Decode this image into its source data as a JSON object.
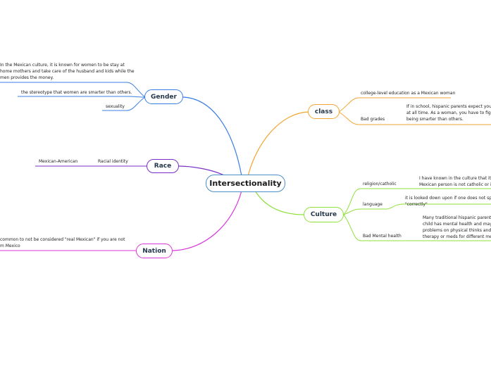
{
  "central": "Intersectionality",
  "colors": {
    "gender": "#3b7fe6",
    "race": "#7b2fc7",
    "nation": "#d936d9",
    "class": "#f2a530",
    "culture": "#8ee03a",
    "central_border": "#4a8fc8"
  },
  "branches": {
    "gender": {
      "label": "Gender",
      "topics": [
        {
          "lines": [
            "In the Mexican culture, it is known for women to be stay at",
            "home mothers and take care of the husband and kids while the",
            "men provides the money."
          ]
        },
        {
          "lines": [
            "the stereotype that women are smarter than others."
          ]
        },
        {
          "lines": [
            "sexuality"
          ]
        }
      ]
    },
    "race": {
      "label": "Race",
      "topics": [
        {
          "lines": [
            "Racial identity"
          ]
        },
        {
          "lines": [
            "Mexican-American"
          ]
        }
      ]
    },
    "nation": {
      "label": "Nation",
      "topics": [
        {
          "lines": [
            "common to not be considered \"real Mexican\" if you are not",
            "m Mexico"
          ]
        }
      ]
    },
    "class": {
      "label": "class",
      "topics": [
        {
          "lines": [
            "college-level education as a Mexican woman"
          ]
        },
        {
          "lines": [
            "Bad grades"
          ]
        },
        {
          "lines": [
            "If in school, hispanic parents expect you to b",
            "at all time. As a woman, you have to fight th",
            "being smarter than others."
          ]
        }
      ]
    },
    "culture": {
      "label": "Culture",
      "topics": [
        {
          "lines": [
            "religion/catholic"
          ]
        },
        {
          "lines": [
            "I have known in the culture that it is i",
            "Mexican person is not catholic or is n"
          ]
        },
        {
          "lines": [
            "language"
          ]
        },
        {
          "lines": [
            "it is looked down upon if one does not speak",
            "\"correctly\""
          ]
        },
        {
          "lines": [
            "Bad Mental health"
          ]
        },
        {
          "lines": [
            "Many traditional hispanic parents w",
            "child has mental health and may pu",
            "problems on physical thinks and thi",
            "therapy or meds for different men"
          ]
        }
      ]
    }
  }
}
